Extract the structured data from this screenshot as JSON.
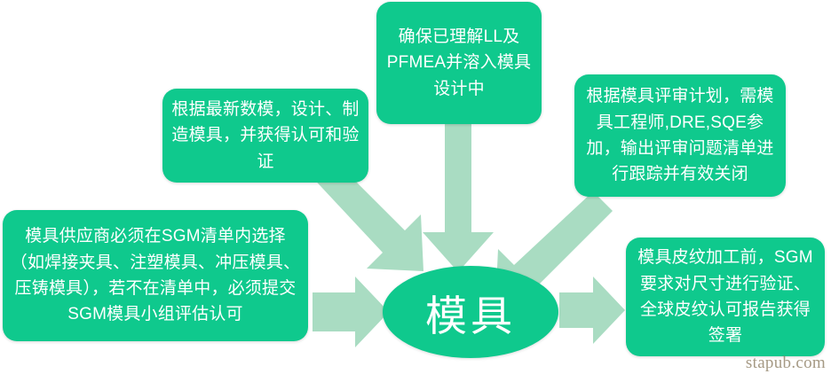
{
  "diagram": {
    "type": "hub-and-spoke-flow",
    "title": "模具",
    "accent_color": "#0fc98d",
    "arrow_color": "#a9dcc2",
    "background_color": "#ffffff",
    "text_color": "#ffffff",
    "hub": {
      "label": "模具",
      "shape": "ellipse"
    },
    "nodes": [
      {
        "id": "top-center",
        "label": "确保已理解LL及PFMEA并溶入模具设计中",
        "position": "top-center",
        "arrow": "down"
      },
      {
        "id": "left-mid",
        "label": "根据最新数模，设计、制造模具，并获得认可和验证",
        "position": "upper-left",
        "arrow": "down-right"
      },
      {
        "id": "top-right",
        "label": "根据模具评审计划，需模具工程师,DRE,SQE参加，输出评审问题清单进行跟踪并有效关闭",
        "position": "upper-right",
        "arrow": "down-left"
      },
      {
        "id": "bottom-left",
        "label": "模具供应商必须在SGM清单内选择（如焊接夹具、注塑模具、冲压模具、压铸模具），若不在清单中，必须提交SGM模具小组评估认可",
        "position": "left",
        "arrow": "right"
      },
      {
        "id": "bottom-right",
        "label": "模具皮纹加工前，SGM要求对尺寸进行验证、全球皮纹认可报告获得签署",
        "position": "right",
        "arrow": "right-out"
      }
    ],
    "watermark": "stapub.com"
  }
}
